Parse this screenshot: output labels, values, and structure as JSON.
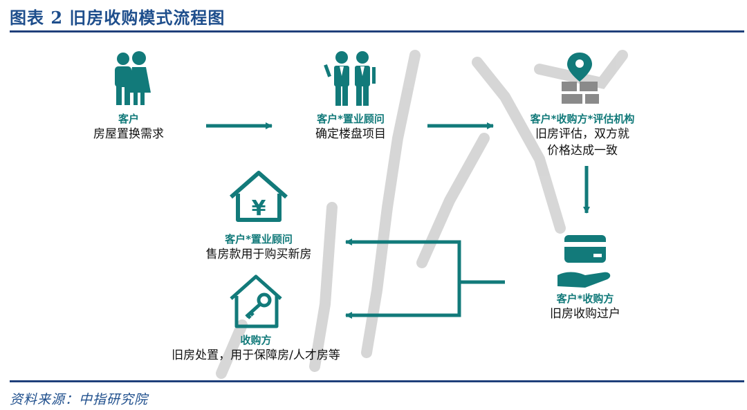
{
  "header": {
    "title": "图表 2 旧房收购模式流程图"
  },
  "source": "资料来源：中指研究院",
  "colors": {
    "accent": "#127a7a",
    "title": "#1e4e8c",
    "rule": "#1f3f7a",
    "text": "#111111"
  },
  "nodes": [
    {
      "id": "n1",
      "icon": "couple-icon",
      "role": "客户",
      "desc": "房屋置换需求"
    },
    {
      "id": "n2",
      "icon": "two-businessmen-icon",
      "role": "客户*置业顾问",
      "desc": "确定楼盘项目"
    },
    {
      "id": "n3",
      "icon": "map-pin-icon",
      "role": "客户*收购方*评估机构",
      "desc": "旧房评估，双方就\n价格达成一致"
    },
    {
      "id": "n4",
      "icon": "card-in-hand-icon",
      "role": "客户*收购方",
      "desc": "旧房收购过户"
    },
    {
      "id": "n5",
      "icon": "house-yuan-icon",
      "role": "客户*置业顾问",
      "desc": "售房款用于购买新房"
    },
    {
      "id": "n6",
      "icon": "house-key-icon",
      "role": "收购方",
      "desc": "旧房处置，用于保障房/人才房等"
    }
  ],
  "edges": [
    {
      "from": "n1",
      "to": "n2"
    },
    {
      "from": "n2",
      "to": "n3"
    },
    {
      "from": "n3",
      "to": "n4"
    },
    {
      "from": "n4",
      "to": "n5"
    },
    {
      "from": "n4",
      "to": "n6"
    }
  ]
}
